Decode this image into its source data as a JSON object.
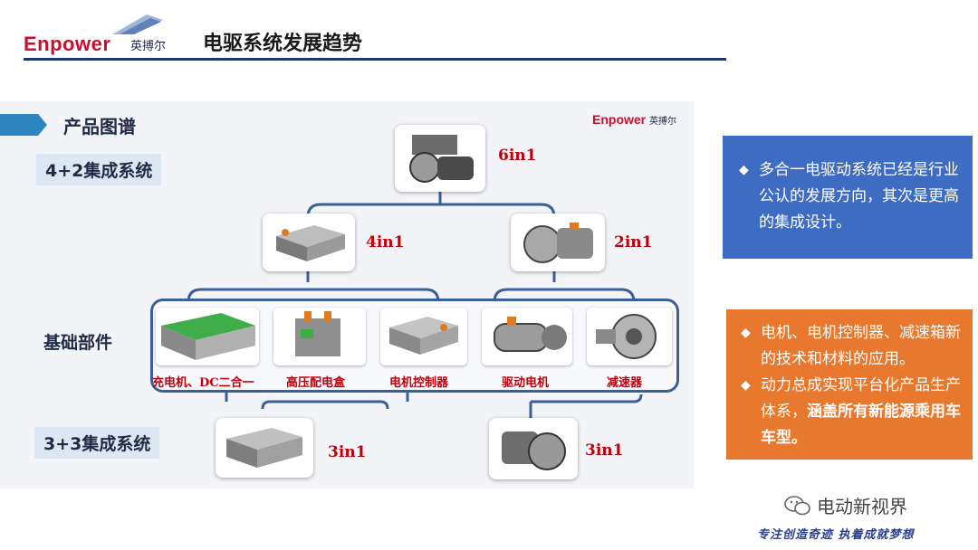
{
  "header": {
    "logo_text": "Enpower",
    "logo_cn": "英搏尔",
    "title": "电驱系统发展趋势"
  },
  "diagram": {
    "section_title": "产品图谱",
    "card_logo_text": "Enpower",
    "card_logo_cn": "英搏尔",
    "row_labels": {
      "top": "4+2集成系统",
      "middle": "基础部件",
      "bottom": "3+3集成系统"
    },
    "nodes": {
      "six_in_one": "6in1",
      "four_in_one": "4in1",
      "two_in_one": "2in1",
      "three_in_one_left": "3in1",
      "three_in_one_right": "3in1"
    },
    "parts": [
      "充电机、DC二合一",
      "高压配电盒",
      "电机控制器",
      "驱动电机",
      "减速器"
    ]
  },
  "notes": {
    "blue": {
      "bullet": "◆",
      "text": "多合一电驱动系统已经是行业公认的发展方向，其次是更高的集成设计。"
    },
    "orange": {
      "bullet": "◆",
      "item1": "电机、电机控制器、减速箱新的技术和材料的应用。",
      "item2_plain": "动力总成实现平台化产品生产体系，",
      "item2_bold": "涵盖所有新能源乘用车车型。"
    }
  },
  "footer": {
    "wechat": "电动新视界",
    "slogan": "专注创造奇迹 执着成就梦想"
  },
  "colors": {
    "brand_red": "#c8102e",
    "navy": "#1f3864",
    "blue_note": "#3e6cc2",
    "orange_note": "#e8782d",
    "label_red": "#c0000c"
  }
}
